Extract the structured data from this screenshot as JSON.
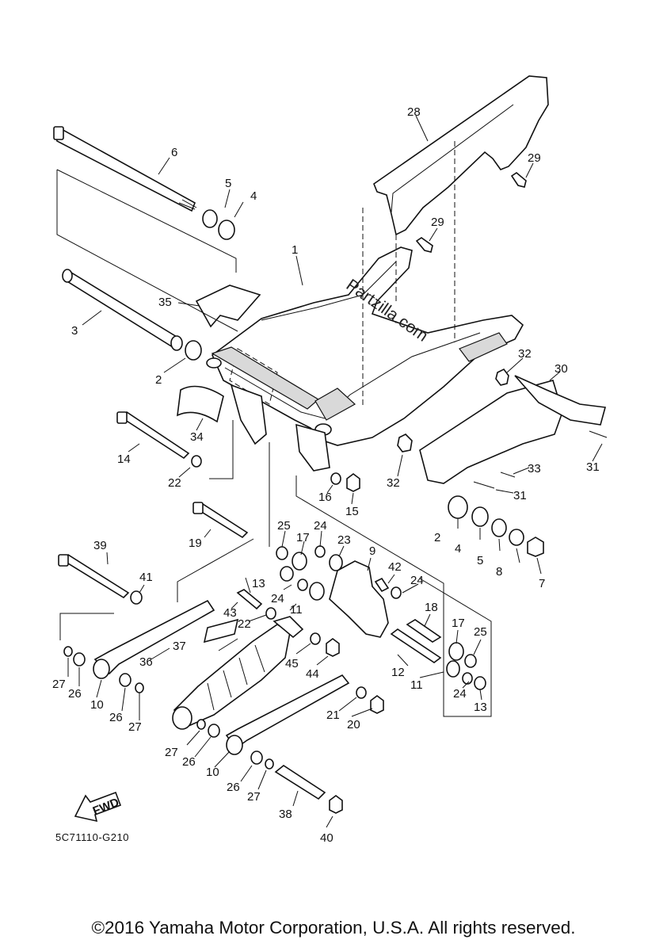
{
  "diagram": {
    "drawing_code": "5C71110-G210",
    "copyright": "©2016 Yamaha Motor Corporation, U.S.A. All rights reserved.",
    "watermark": "Partzilla.com",
    "fwd_label": "FWD",
    "callouts": [
      "1",
      "2",
      "2",
      "3",
      "4",
      "4",
      "5",
      "5",
      "6",
      "7",
      "8",
      "9",
      "10",
      "10",
      "11",
      "11",
      "12",
      "13",
      "13",
      "14",
      "15",
      "16",
      "17",
      "17",
      "18",
      "19",
      "20",
      "21",
      "22",
      "22",
      "23",
      "24",
      "24",
      "24",
      "24",
      "25",
      "25",
      "26",
      "26",
      "26",
      "26",
      "27",
      "27",
      "27",
      "27",
      "28",
      "29",
      "29",
      "30",
      "31",
      "31",
      "32",
      "32",
      "33",
      "34",
      "35",
      "36",
      "37",
      "38",
      "39",
      "40",
      "41",
      "42",
      "43",
      "44",
      "45"
    ]
  }
}
